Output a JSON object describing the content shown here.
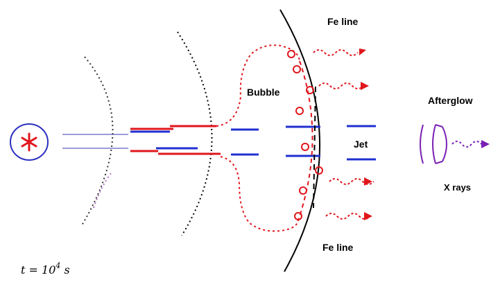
{
  "labels": {
    "fe_line_top": "Fe line",
    "fe_line_bottom": "Fe line",
    "bubble": "Bubble",
    "jet": "Jet",
    "afterglow": "Afterglow",
    "x_rays": "X rays",
    "time_base": "t = 10",
    "time_exp": "4",
    "time_unit": " s"
  },
  "colors": {
    "jet_blue": "#1f2fd0",
    "jet_red": "#e0161c",
    "bubble_red": "#e0161c",
    "shell_black": "#000000",
    "afterglow_purple": "#7a1fb3",
    "source_blue": "#2b2fbf",
    "source_red": "#e0161c"
  }
}
